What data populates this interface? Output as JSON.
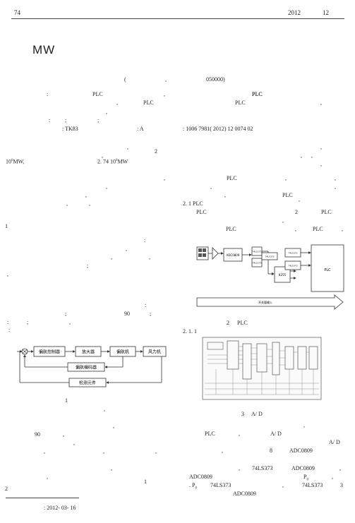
{
  "header": {
    "page_number": "74",
    "year": "2012",
    "issue": "12"
  },
  "title": "MW",
  "affiliation": {
    "open_paren": "(",
    "comma": ",",
    "postcode": "050000)"
  },
  "abstract": {
    "line1": {
      "colon": ":",
      "plc_a": "PLC",
      "comma": ",",
      "plc_b": "PLC"
    },
    "line2": {
      "comma": ",",
      "plc_a": "PLC",
      "plc_b": "PLC",
      "comma2": ","
    },
    "line3": {
      "dot": ","
    },
    "keywords": {
      "colon": ":",
      "semi1": ";",
      "semi2": ";"
    },
    "classification": ": TK83",
    "doc_code": ": A",
    "article_id": ": 1006    7981( 2012) 12    0074    02"
  },
  "intro": {
    "comma_a": ",",
    "two": "2",
    "capacity_a": "10",
    "sup_a": "6",
    "mw_a": "MW,",
    "dot_a": ",",
    "capacity_b": "2. 74    10",
    "sup_b": "6",
    "mw_b": "MW",
    "comma_c": ","
  },
  "left_text": {
    "l1_comma": ",",
    "l2_comma": ",",
    "l3_comma_a": ",",
    "l3_comma_b": ",",
    "section_1": "1",
    "l4_colon": ":",
    "l5_comma": ",",
    "l6_comma_a": ",",
    "l6_comma_b": ",",
    "l7_semi": ";",
    "l8_comma": ",",
    "l9_colon": ":",
    "l10_semi": ";",
    "l10_ninety": "90",
    "l10_semi2": ";",
    "l11_colon": ":",
    "l11_semi": ";",
    "l11_comma": ",",
    "l12_colon": ":"
  },
  "figure1": {
    "blocks": [
      "偏航控制器",
      "放大器",
      "偏航机",
      "风力机",
      "偏航编码器",
      "检测元件"
    ],
    "caption": "1"
  },
  "left_bottom": {
    "dot1": ",",
    "ninety": "90",
    "comma1": ",",
    "comma2": ",",
    "comma3": ",",
    "comma4": ",",
    "comma5": ",",
    "comma6": ",",
    "one": "1",
    "two": "2",
    "received": ": 2012-  03-  16"
  },
  "right_text": {
    "r1_plc": "PLC",
    "r2_plc": "PLC",
    "r2_comma": ",",
    "r2_comma2": ",",
    "r3_comma": ",",
    "r4_comma_a": ",",
    "r4_comma_b": ",",
    "r5_comma": ",",
    "r6_plc": "PLC",
    "r6_comma": ",",
    "r6_comma2": ",",
    "r7_comma": ",",
    "r7_comma2": ",",
    "r8_plc": "PLC",
    "r8_comma": ",",
    "section_21": "2. 1    PLC",
    "r9_plc": "PLC",
    "r9_two": "2",
    "r9_plc2": "PLC",
    "r10_comma": ",",
    "r11_plc": "PLC",
    "r11_comma": ",",
    "r11_plc2": "PLC",
    "r12_comma": ","
  },
  "figure2": {
    "blocks": [
      "ADC0809",
      "74LS373",
      "74LS373",
      "74LS373",
      "74LS373",
      "8255",
      "PLC"
    ],
    "bottom_bar": "开关量输入",
    "caption_num": "2",
    "caption_plc": "PLC"
  },
  "section_211": "2. 1. 1",
  "figure3": {
    "caption_num": "3",
    "caption_ad": "A/ D"
  },
  "right_bottom": {
    "b1_comma": ",",
    "b2_plc": "PLC",
    "b2_comma": ",",
    "b2_ad": "A/ D",
    "b3_ad": "A/ D",
    "b4_comma": ",",
    "b4_eight": "8",
    "b4_adc": "ADC0809",
    "b5_comma": ",",
    "b5_ls": "74LS373",
    "b5_adc": "ADC0809",
    "b5_comma2": ",",
    "b6_adc": "ADC0809",
    "b6_p": "P",
    "b6_sub": "0",
    "b6_comma": ",",
    "b7_p": ". P",
    "b7_sub": "0",
    "b7_ls": "74LS373",
    "b7_comma": ",",
    "b7_ls2": "74LS373",
    "b7_three": "3",
    "b8_adc": "ADC0809"
  }
}
